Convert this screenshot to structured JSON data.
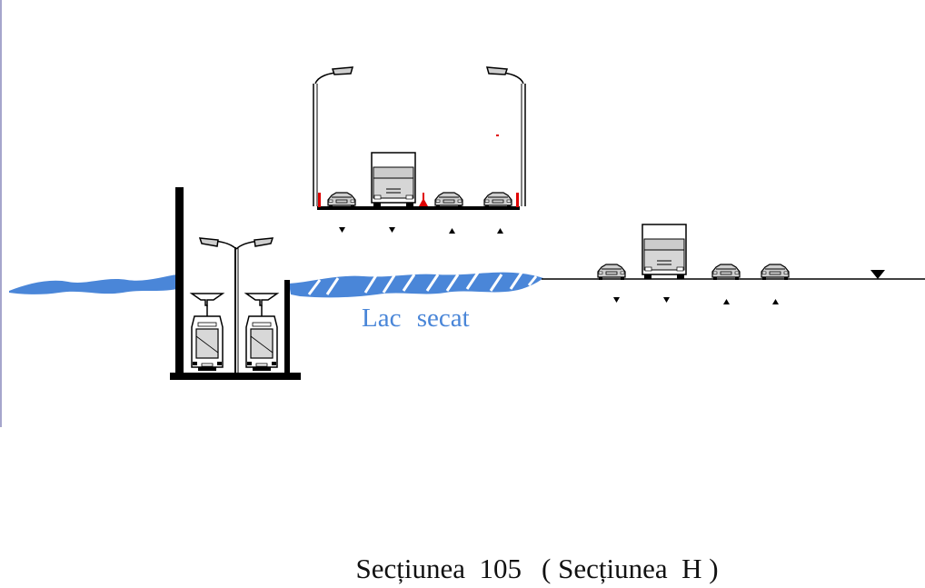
{
  "labels": {
    "lake": "Lac  secat",
    "section_title": "Secțiunea  105",
    "section_subtitle": "( Secțiunea  H )"
  },
  "colors": {
    "water": "#4a86d8",
    "lake_label": "#4a86d8",
    "line": "#000000",
    "barrier": "#e00000",
    "vehicle_body": "#d0d0d0"
  },
  "icons": {
    "car": "car-icon",
    "truck": "truck-icon",
    "tram": "tram-icon",
    "street_lamp": "street-lamp-icon",
    "direction_down": "triangle-down-icon",
    "direction_up": "triangle-up-icon",
    "water_level": "water-level-icon"
  }
}
